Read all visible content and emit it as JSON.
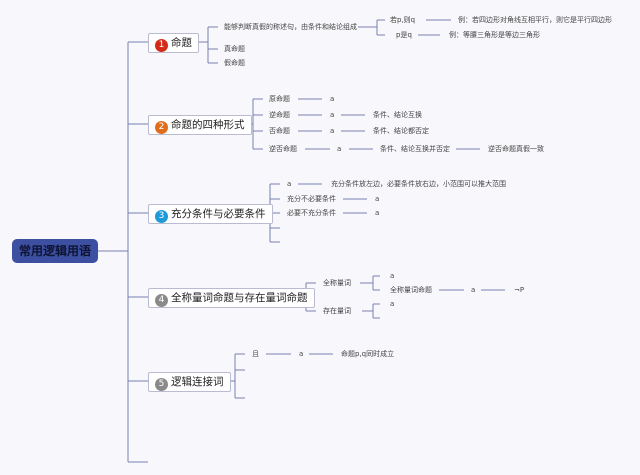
{
  "root": {
    "label": "常用逻辑用语"
  },
  "colors": {
    "line": "#7a7fb0",
    "root_bg": "#3c4fa0",
    "badge1": "#d42a1a",
    "badge2": "#e06d1c",
    "badge3": "#1e9ad9",
    "badge4": "#8a8a8a",
    "badge5": "#8a8a8a"
  },
  "topics": [
    {
      "num": "1",
      "label": "命题",
      "children": [
        {
          "label": "能够判断真假的称述句，由条件和结论组成",
          "children": [
            {
              "label": "若p,则q",
              "example": "例：若四边形对角线互相平行，则它是平行四边形"
            },
            {
              "label": "p是q",
              "example": "例：等腰三角形是等边三角形"
            }
          ]
        },
        {
          "label": "真命题"
        },
        {
          "label": "假命题"
        }
      ]
    },
    {
      "num": "2",
      "label": "命题的四种形式",
      "children": [
        {
          "label": "原命题",
          "value": "a"
        },
        {
          "label": "逆命题",
          "value": "a",
          "note": "条件、结论互换"
        },
        {
          "label": "否命题",
          "value": "a",
          "note": "条件、结论都否定"
        },
        {
          "label": "逆否命题",
          "value": "a",
          "note": "条件、结论互换并否定",
          "extra": "逆否命题真假一致"
        }
      ]
    },
    {
      "num": "3",
      "label": "充分条件与必要条件",
      "children": [
        {
          "label": "a",
          "note": "充分条件放左边，必要条件放右边，小范围可以推大范围"
        },
        {
          "label": "充分不必要条件",
          "value": "a"
        },
        {
          "label": "必要不充分条件",
          "value": "a"
        },
        {
          "label": ""
        },
        {
          "label": ""
        }
      ]
    },
    {
      "num": "4",
      "label": "全称量词命题与存在量词命题",
      "children": [
        {
          "label": "全称量词",
          "children": [
            {
              "label": "a"
            },
            {
              "label": "全称量词命题",
              "value": "a",
              "extra": "¬P"
            }
          ]
        },
        {
          "label": "存在量词",
          "children": [
            {
              "label": "a"
            },
            {
              "label": ""
            }
          ]
        }
      ]
    },
    {
      "num": "5",
      "label": "逻辑连接词",
      "children": [
        {
          "label": "且",
          "value": "a",
          "note": "命题p,q同时成立"
        },
        {
          "label": ""
        },
        {
          "label": ""
        }
      ]
    }
  ]
}
